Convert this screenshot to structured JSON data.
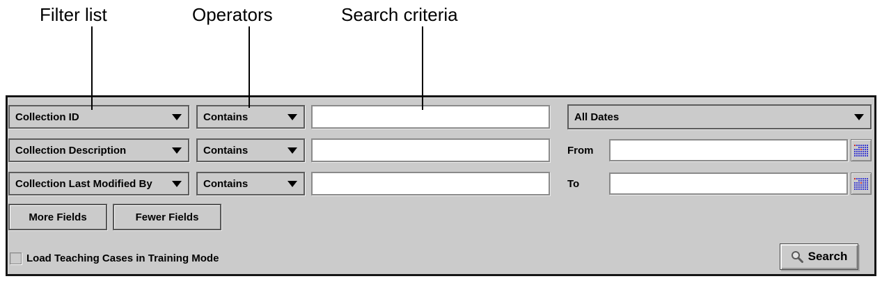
{
  "annotations": {
    "filter_list": "Filter list",
    "operators": "Operators",
    "search_criteria": "Search criteria"
  },
  "filters": [
    {
      "field": "Collection ID",
      "operator": "Contains",
      "value": ""
    },
    {
      "field": "Collection Description",
      "operator": "Contains",
      "value": ""
    },
    {
      "field": "Collection Last Modified By",
      "operator": "Contains",
      "value": ""
    }
  ],
  "dates": {
    "range_selected": "All Dates",
    "from_label": "From",
    "from_value": "",
    "to_label": "To",
    "to_value": ""
  },
  "actions": {
    "more_fields": "More Fields",
    "fewer_fields": "Fewer Fields",
    "search": "Search"
  },
  "training_checkbox": {
    "label": "Load Teaching Cases in Training Mode",
    "checked": false
  },
  "icons": {
    "dropdown_arrow": "down-triangle",
    "calendar": "calendar-grid",
    "search": "magnifier"
  },
  "colors": {
    "panel_bg": "#cbcbcb",
    "panel_border": "#151515",
    "calendar_blue": "#3b3bd1",
    "calendar_red": "#cc2626",
    "text": "#000000"
  }
}
